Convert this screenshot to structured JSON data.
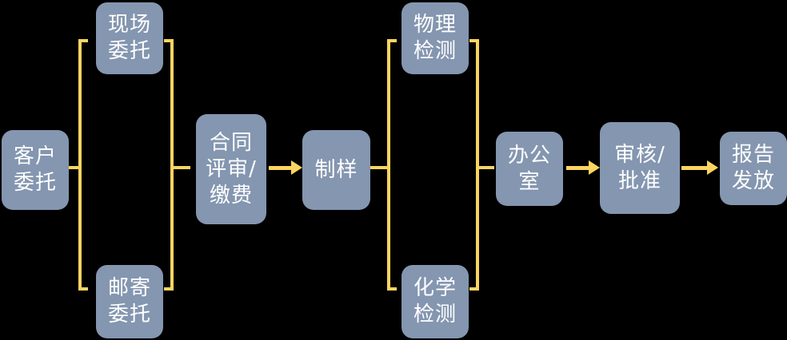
{
  "diagram": {
    "type": "flowchart",
    "background_color": "#000000",
    "node_fill_color": "#8496B0",
    "node_text_color": "#FFFFFF",
    "connector_color": "#FBD561",
    "nodes": [
      {
        "id": "customer-commission",
        "label": "客户\n委托"
      },
      {
        "id": "onsite-commission",
        "label": "现场\n委托"
      },
      {
        "id": "mail-commission",
        "label": "邮寄\n委托"
      },
      {
        "id": "contract-review-payment",
        "label": "合同\n评审/\n缴费"
      },
      {
        "id": "sample-preparation",
        "label": "制样"
      },
      {
        "id": "physical-testing",
        "label": "物理\n检测"
      },
      {
        "id": "chemical-testing",
        "label": "化学\n检测"
      },
      {
        "id": "office",
        "label": "办公\n室"
      },
      {
        "id": "review-approval",
        "label": "审核/\n批准"
      },
      {
        "id": "report-issuance",
        "label": "报告\n发放"
      }
    ],
    "edges": [
      {
        "from": "customer-commission",
        "to": "onsite-commission",
        "style": "elbow-line"
      },
      {
        "from": "customer-commission",
        "to": "mail-commission",
        "style": "elbow-line"
      },
      {
        "from": "onsite-commission",
        "to": "contract-review-payment",
        "style": "elbow-line"
      },
      {
        "from": "mail-commission",
        "to": "contract-review-payment",
        "style": "elbow-line"
      },
      {
        "from": "contract-review-payment",
        "to": "sample-preparation",
        "style": "arrow"
      },
      {
        "from": "sample-preparation",
        "to": "physical-testing",
        "style": "elbow-line"
      },
      {
        "from": "sample-preparation",
        "to": "chemical-testing",
        "style": "elbow-line"
      },
      {
        "from": "physical-testing",
        "to": "office",
        "style": "elbow-line"
      },
      {
        "from": "chemical-testing",
        "to": "office",
        "style": "elbow-line"
      },
      {
        "from": "office",
        "to": "review-approval",
        "style": "arrow"
      },
      {
        "from": "review-approval",
        "to": "report-issuance",
        "style": "arrow"
      }
    ]
  }
}
